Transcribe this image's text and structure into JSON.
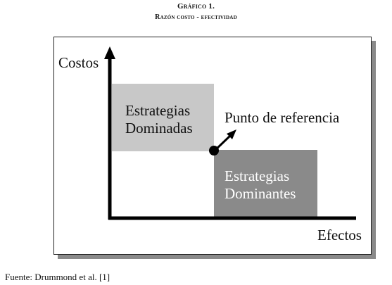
{
  "figure": {
    "number": "Gráfico 1.",
    "title": "Razón costo - efectividad"
  },
  "diagram": {
    "y_axis_label": "Costos",
    "x_axis_label": "Efectos",
    "dominated_label": [
      "Estrategias",
      "Dominadas"
    ],
    "dominant_label": [
      "Estrategias",
      "Dominantes"
    ],
    "reference_label": "Punto de referencia",
    "colors": {
      "dominated_fill": "#c8c8c8",
      "dominant_fill": "#8a8a8a",
      "axis": "#000000",
      "frame_shadow": "#8a8a8a"
    }
  },
  "source": "Fuente: Drummond et al. [1]"
}
